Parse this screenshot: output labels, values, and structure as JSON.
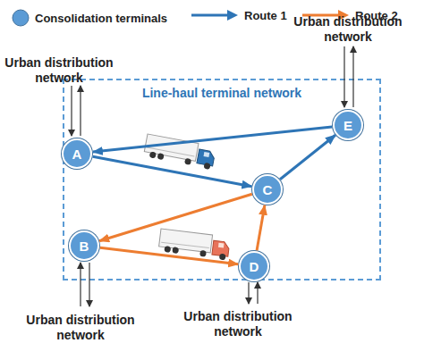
{
  "diagram": {
    "nodes": [
      {
        "text": [
          "Line-haul terminal network"
        ]
      },
      {
        "text": [
          "A"
        ],
        "in": 0
      },
      {
        "text": [
          "E"
        ],
        "in": 0
      },
      {
        "text": [
          "C"
        ],
        "in": 0
      },
      {
        "text": [
          "B"
        ],
        "in": 0
      },
      {
        "text": [
          "D"
        ],
        "in": 0
      }
    ],
    "edges": [
      {
        "from": 1,
        "to": 3,
        "arrow": "to"
      },
      {
        "from": 3,
        "to": 2,
        "arrow": "to"
      },
      {
        "from": 2,
        "to": 1,
        "arrow": "to"
      },
      {
        "from": 4,
        "to": 5,
        "arrow": "to"
      },
      {
        "from": 5,
        "to": 3,
        "arrow": "to"
      },
      {
        "from": 3,
        "to": 4,
        "arrow": "to"
      }
    ],
    "labels": [
      "Urban distribution network",
      "Urban distribution network",
      "Urban distribution network",
      "Urban distribution network"
    ],
    "legend": [
      {
        "text": "Consolidation terminals"
      },
      {
        "text": "Route 1"
      },
      {
        "text": "Route 2"
      }
    ]
  }
}
